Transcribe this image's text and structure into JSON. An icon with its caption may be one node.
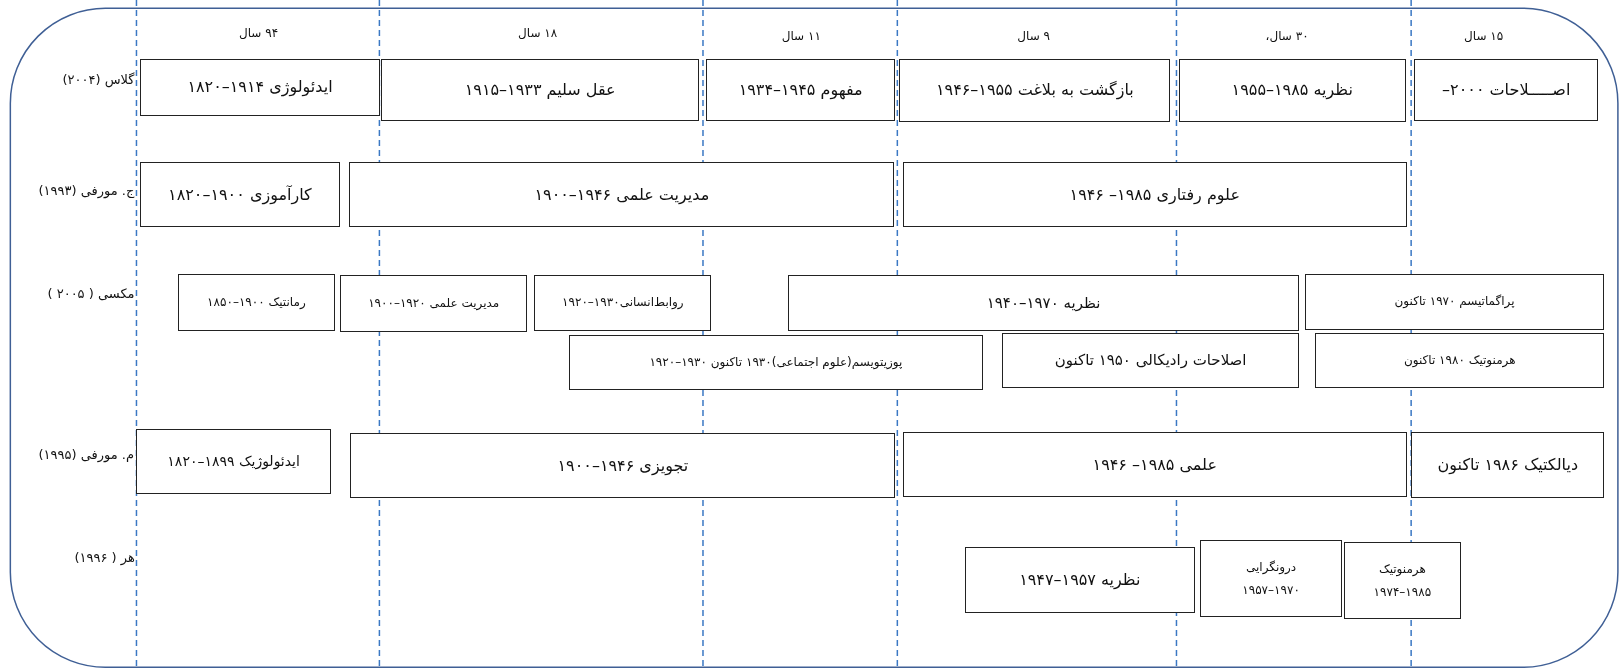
{
  "diagram": {
    "nodes": [
      {
        "text": [
          "اصـــــلاحات ۲۰۰۰–"
        ]
      },
      {
        "text": [
          "نظریه ۱۹۸۵–۱۹۵۵"
        ]
      },
      {
        "text": [
          "بازگشت به بلاغت ۱۹۵۵–۱۹۴۶"
        ]
      },
      {
        "text": [
          "مفهوم ۱۹۴۵–۱۹۳۴"
        ]
      },
      {
        "text": [
          "عقل سلیم ۱۹۳۳–۱۹۱۵"
        ]
      },
      {
        "text": [
          "ایدئولوژی ۱۹۱۴–۱۸۲۰"
        ]
      },
      {
        "text": [
          "علوم رفتاری ۱۹۸۵– ۱۹۴۶"
        ]
      },
      {
        "text": [
          "مدیریت علمی ۱۹۴۶–۱۹۰۰"
        ]
      },
      {
        "text": [
          "کارآموزی ۱۹۰۰–۱۸۲۰"
        ]
      },
      {
        "text": [
          "پراگماتیسم ۱۹۷۰ تاکنون"
        ]
      },
      {
        "text": [
          "نظریه ۱۹۷۰–۱۹۴۰"
        ]
      },
      {
        "text": [
          "روابط‌انسانی۱۹۳۰–۱۹۲۰"
        ]
      },
      {
        "text": [
          "مدیریت علمی ۱۹۲۰–۱۹۰۰"
        ]
      },
      {
        "text": [
          "رمانتیک ۱۹۰۰–۱۸۵۰"
        ]
      },
      {
        "text": [
          "هرمنوتیک ۱۹۸۰ تاکنون"
        ]
      },
      {
        "text": [
          "اصلاحات رادیکالی ۱۹۵۰ تاکنون"
        ]
      },
      {
        "text": [
          "پوزیتویسم(علوم اجتماعی)۱۹۳۰ تاکنون ۱۹۳۰–۱۹۲۰"
        ]
      },
      {
        "text": [
          "دیالکتیک ۱۹۸۶ تاکنون"
        ]
      },
      {
        "text": [
          "علمی ۱۹۸۵– ۱۹۴۶"
        ]
      },
      {
        "text": [
          "تجویزی ۱۹۴۶–۱۹۰۰"
        ]
      },
      {
        "text": [
          "ایدئولوژیک ۱۸۹۹–۱۸۲۰"
        ]
      },
      {
        "text": [
          "هرمنوتیک",
          "۱۹۸۵–۱۹۷۴"
        ]
      },
      {
        "text": [
          "درونگرایی",
          "۱۹۷۰–۱۹۵۷"
        ]
      },
      {
        "text": [
          "نظریه ۱۹۵۷–۱۹۴۷"
        ]
      }
    ],
    "labels": [
      "۱۵ سال",
      "۳۰ سال،",
      "۹ سال",
      "۱۱ سال",
      "۱۸ سال",
      "۹۴ سال",
      "گلاس (۲۰۰۴)",
      "ج. مورفی (۱۹۹۳)",
      "مکسی ( ۲۰۰۵ )",
      "م. مورفی (۱۹۹۵)",
      "هر ( ۱۹۹۶)"
    ]
  }
}
